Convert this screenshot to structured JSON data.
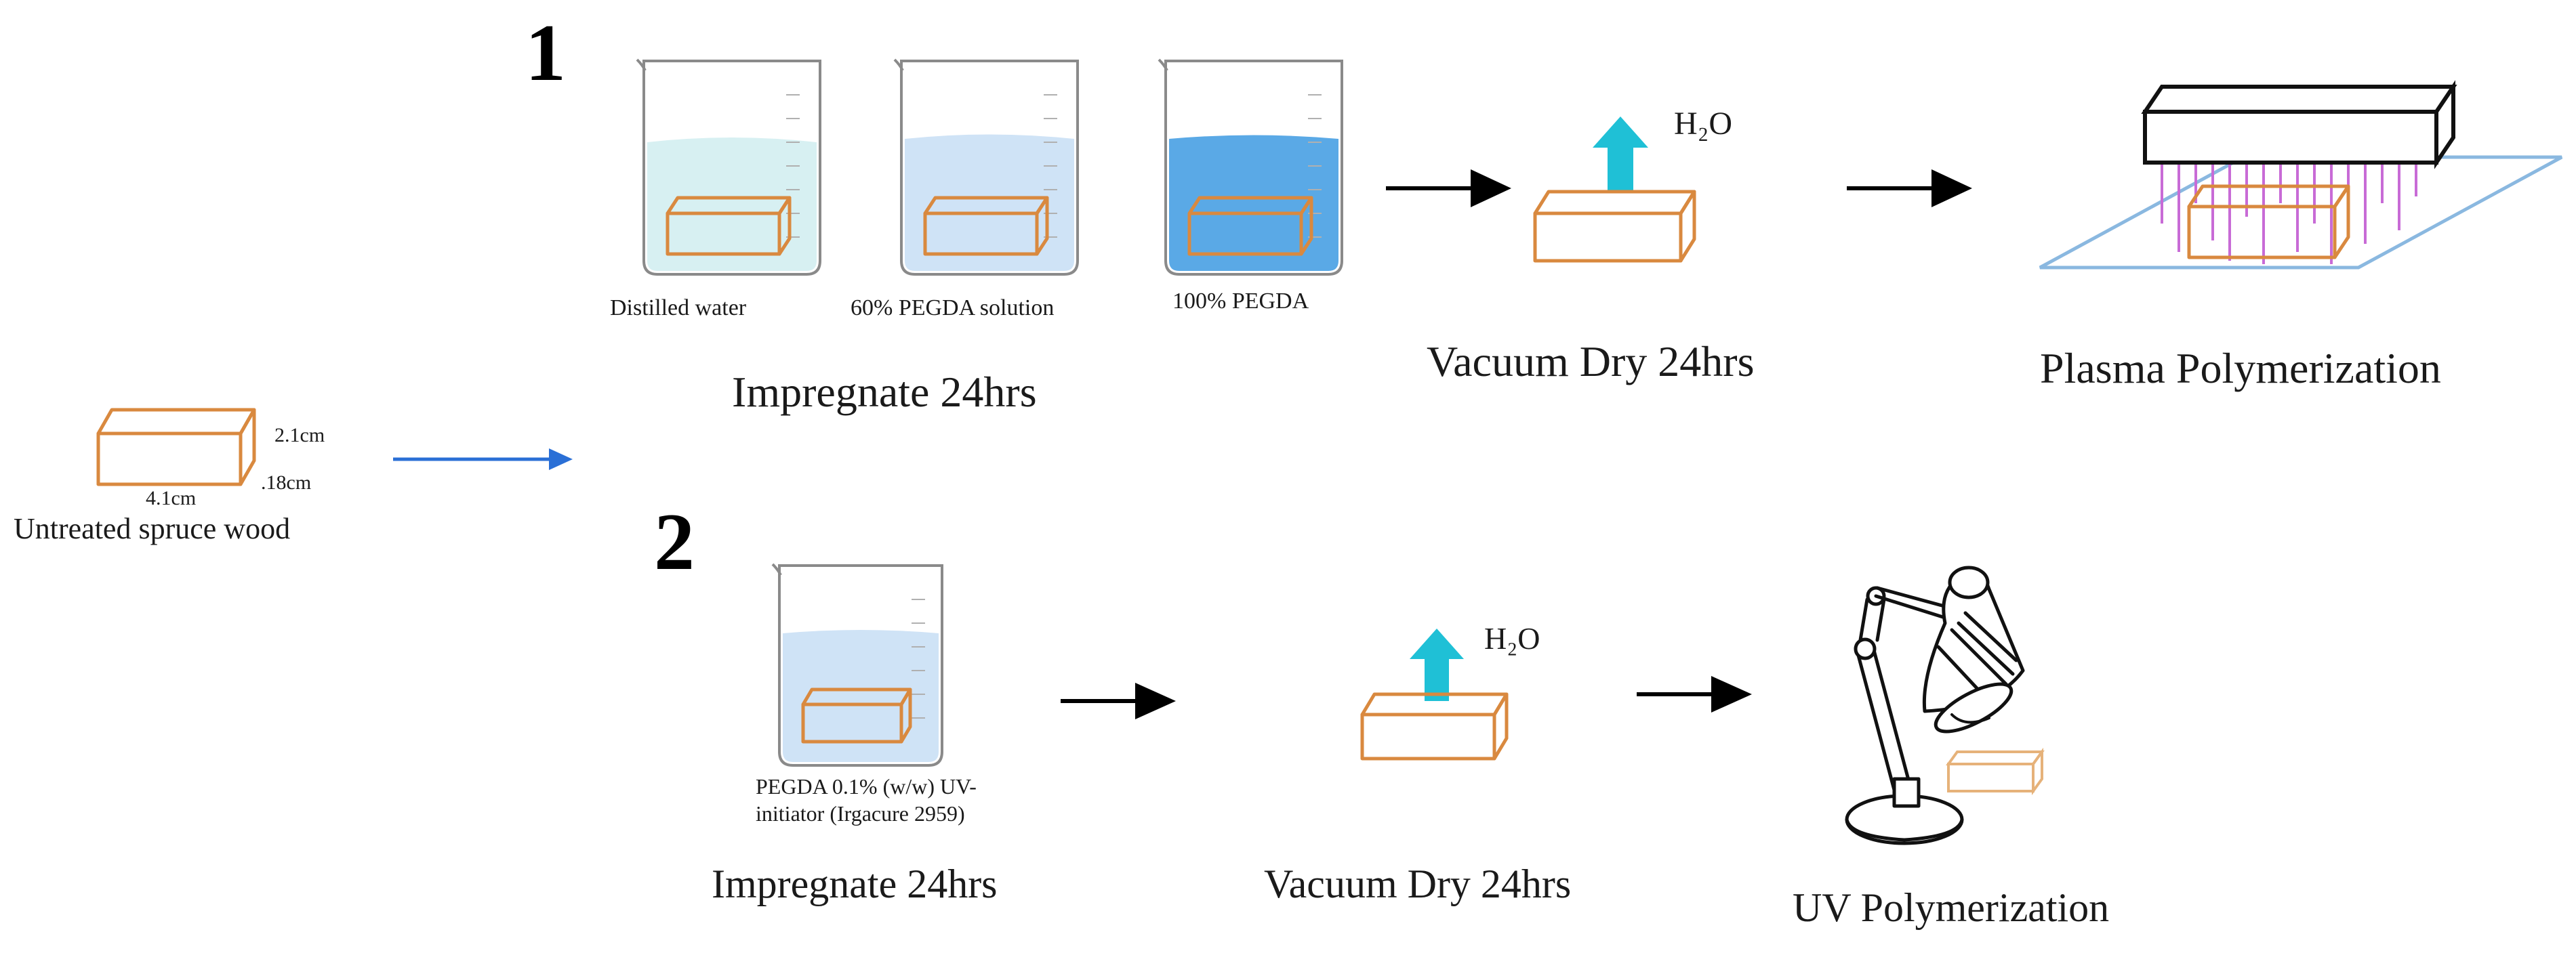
{
  "process": {
    "step1_number": "1",
    "step2_number": "2",
    "start": {
      "label": "Untreated spruce wood",
      "dim_height": "2.1cm",
      "dim_depth": ".18cm",
      "dim_length": "4.1cm"
    },
    "route1": {
      "beakers": [
        {
          "label": "Distilled water",
          "liquid_color": "#d7f0f2"
        },
        {
          "label": "60% PEGDA solution",
          "liquid_color": "#cfe3f6"
        },
        {
          "label": "100% PEGDA",
          "liquid_color": "#5aa9e6"
        }
      ],
      "impregnate_label": "Impregnate 24hrs",
      "vacuum_label": "Vacuum Dry 24hrs",
      "water_label": "H₂O",
      "plasma_label": "Plasma Polymerization"
    },
    "route2": {
      "beaker_label_line1": "PEGDA 0.1% (w/w) UV-",
      "beaker_label_line2": "initiator (Irgacure 2959)",
      "beaker_liquid_color": "#cfe3f6",
      "impregnate_label": "Impregnate 24hrs",
      "vacuum_label": "Vacuum Dry 24hrs",
      "water_label": "H₂O",
      "uv_label": "UV Polymerization"
    },
    "colors": {
      "wood": "#d9893f",
      "water_arrow": "#1fc0d6",
      "flow_arrow": "#2a6fd6",
      "plasma": "#c86bd6",
      "plate": "#8ab8e0"
    }
  }
}
